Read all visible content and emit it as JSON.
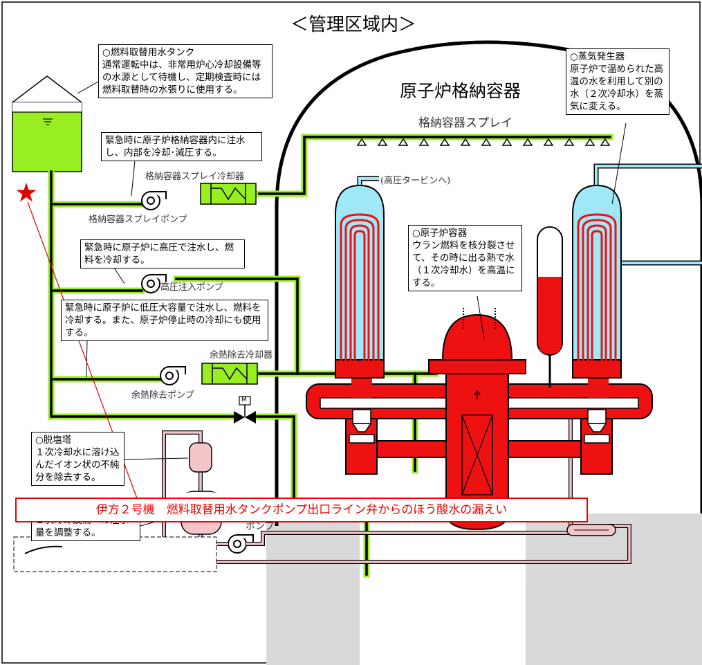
{
  "title": "＜管理区域内＞",
  "containment_label": "原子炉格納容器",
  "spray_label": "格納容器スプレイ",
  "labels": {
    "spray_cooler": "格納容器スプレイ冷却器",
    "spray_pump": "格納容器スプレイポンプ",
    "hp_injection_pump": "高圧注入ポンプ",
    "rhr_cooler": "余熱除去冷却器",
    "rhr_pump": "余熱除去ポンプ",
    "to_turbine": "(高圧タービンへ)",
    "charging_pump": "充てん\nポンプ",
    "valve_m": "M"
  },
  "callouts": {
    "refueling_tank": "○燃料取替用水タンク\n通常運転中は、非常用炉心冷却設備等の水源として待機し、定期検査時には燃料取替時の水張りに使用する。",
    "steam_generator": "○蒸気発生器\n原子炉で温められた高温の水を利用して別の水（２次冷却水）を蒸気に変える。",
    "spray_purpose": "緊急時に原子炉格納容器内に注水し、内部を冷却･減圧する。",
    "hp_purpose": "緊急時に原子炉に高圧で注水し、燃料を冷却する。",
    "lp_purpose": "緊急時に原子炉に低圧大容量で注水し、燃料を冷却する。また、原子炉停止時の冷却にも使用する。",
    "reactor_vessel": "○原子炉容器\nウラン燃料を核分裂させて、その時に出る熱で水（１次冷却水）を高温にする。",
    "demineralizer": "○脱塩塔\n１次冷却水に溶け込んだイオン状の不純分を除去する。",
    "vct": "○体積制御タンク\n１次冷却設備への注水量を調整する。"
  },
  "banner": "伊方２号機　燃料取替用水タンクポンプ出口ライン弁からのほう酸水の漏えい",
  "colors": {
    "green_fill": "#99ee22",
    "green_line": "#7ed321",
    "red": "#ee1111",
    "blue": "#9fe8f8",
    "pink": "#f3c4c8",
    "alert": "#e00000"
  }
}
